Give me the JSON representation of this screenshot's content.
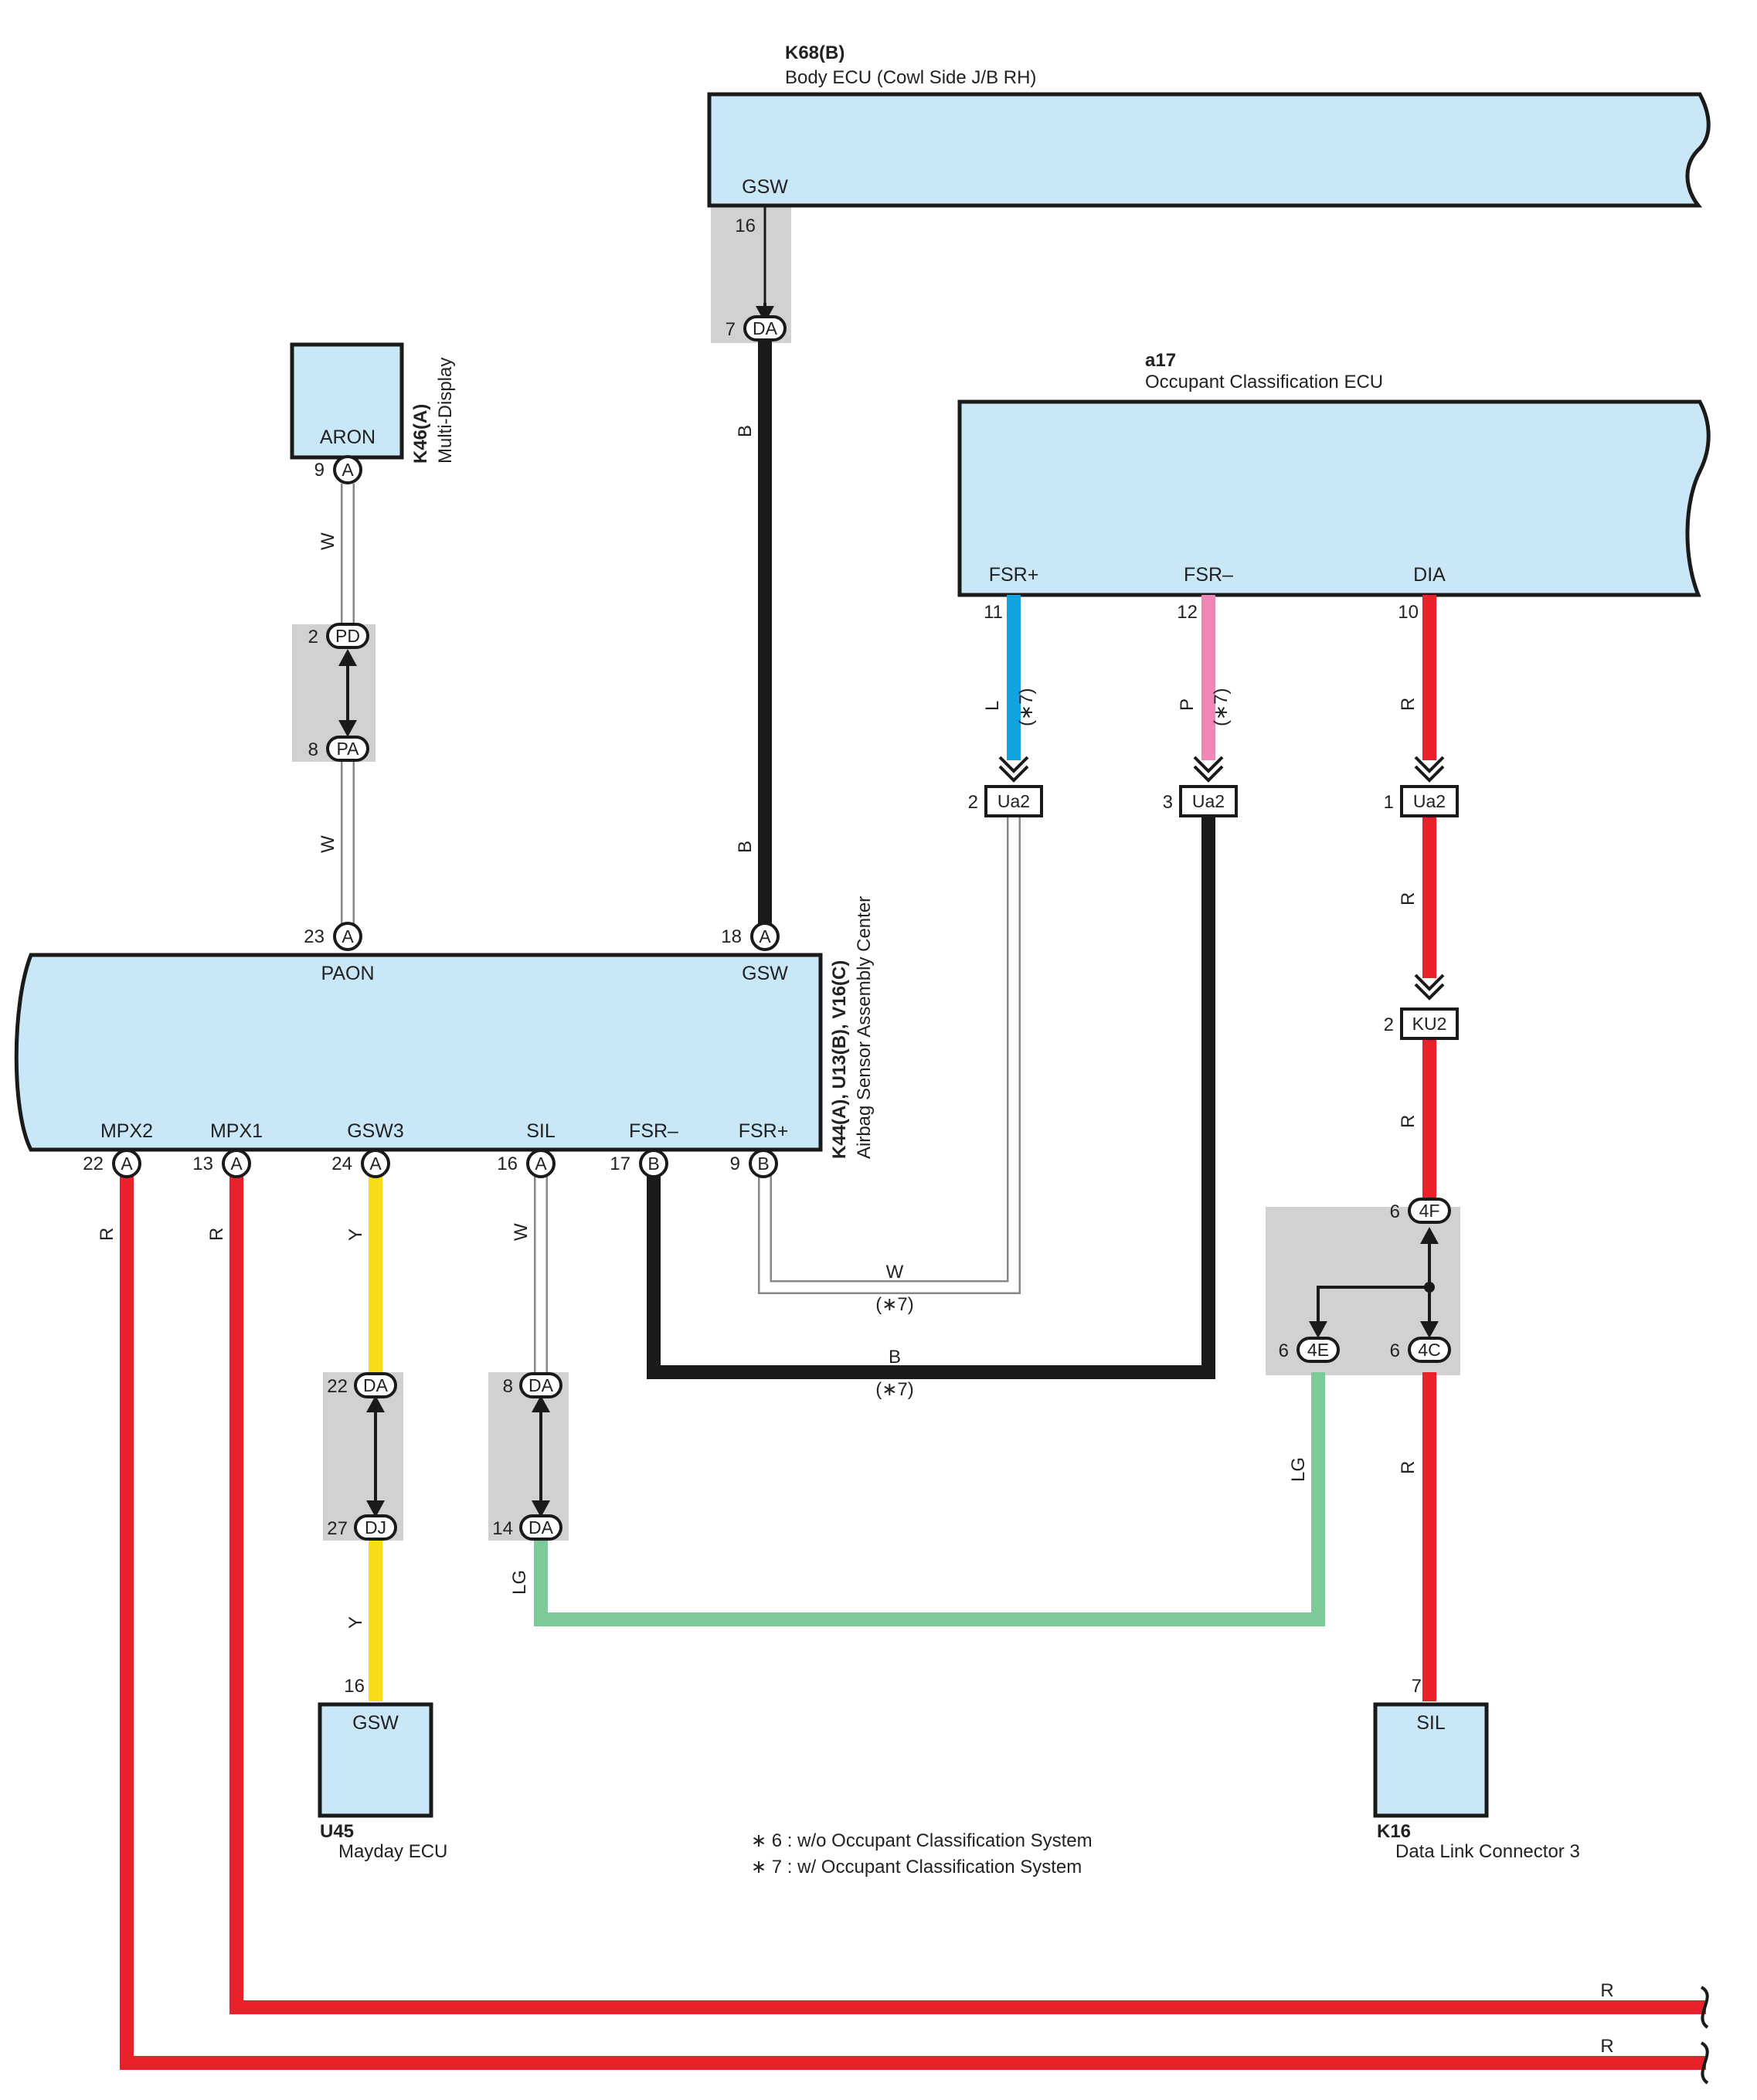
{
  "colors": {
    "ecu_fill": "#c9e7f7",
    "junction_gray": "#d1d1d3",
    "wire_black": "#1a1a1a",
    "wire_red": "#e8212a",
    "wire_yellow": "#f7dc1a",
    "wire_blue": "#13a2e2",
    "wire_pink": "#ee86b6",
    "wire_lightgreen": "#7ec89a",
    "wire_white_outline": "#888888"
  },
  "components": {
    "body_ecu": {
      "code": "K68(B)",
      "name": "Body ECU (Cowl Side J/B RH)",
      "terminal": "GSW",
      "pin": "16"
    },
    "occupant_ecu": {
      "code": "a17",
      "name": "Occupant Classification ECU",
      "terminals": [
        "FSR+",
        "FSR–",
        "DIA"
      ],
      "pins": [
        "11",
        "12",
        "10"
      ]
    },
    "multi_display": {
      "code": "K46(A)",
      "name": "Multi-Display",
      "terminal": "ARON",
      "pin": "9",
      "conn": "A"
    },
    "airbag": {
      "code": "K44(A), U13(B), V16(C)",
      "name": "Airbag Sensor Assembly Center",
      "top_terminals": [
        "PAON",
        "GSW"
      ],
      "top_pins": [
        "23",
        "18"
      ],
      "bottom_terminals": [
        "MPX2",
        "MPX1",
        "GSW3",
        "SIL",
        "FSR–",
        "FSR+"
      ],
      "bottom_pins": [
        "22",
        "13",
        "24",
        "16",
        "17",
        "9"
      ],
      "bottom_conns": [
        "A",
        "A",
        "A",
        "A",
        "B",
        "B"
      ]
    },
    "mayday": {
      "code": "U45",
      "name": "Mayday ECU",
      "terminal": "GSW",
      "pin": "16"
    },
    "dlc": {
      "code": "K16",
      "name": "Data Link Connector 3",
      "terminal": "SIL",
      "pin": "7"
    }
  },
  "junctions": {
    "da_body": {
      "pin": "7",
      "conn": "DA"
    },
    "pd": {
      "pin": "2",
      "conn": "PD"
    },
    "pa": {
      "pin": "8",
      "conn": "PA"
    },
    "ua2_l": {
      "pin": "2",
      "conn": "Ua2"
    },
    "ua2_p": {
      "pin": "3",
      "conn": "Ua2"
    },
    "ua2_r": {
      "pin": "1",
      "conn": "Ua2"
    },
    "ku2": {
      "pin": "2",
      "conn": "KU2"
    },
    "f4f": {
      "pin": "6",
      "conn": "4F"
    },
    "f4e": {
      "pin": "6",
      "conn": "4E"
    },
    "f4c": {
      "pin": "6",
      "conn": "4C"
    },
    "da22": {
      "pin": "22",
      "conn": "DA"
    },
    "dj27": {
      "pin": "27",
      "conn": "DJ"
    },
    "da8": {
      "pin": "8",
      "conn": "DA"
    },
    "da14": {
      "pin": "14",
      "conn": "DA"
    }
  },
  "wire_labels": {
    "b": "B",
    "w": "W",
    "r": "R",
    "y": "Y",
    "lg": "LG",
    "l": "L",
    "p": "P",
    "star7": "(∗7)"
  },
  "notes": [
    "∗ 6 : w/o Occupant Classification System",
    "∗ 7 : w/ Occupant Classification System"
  ]
}
